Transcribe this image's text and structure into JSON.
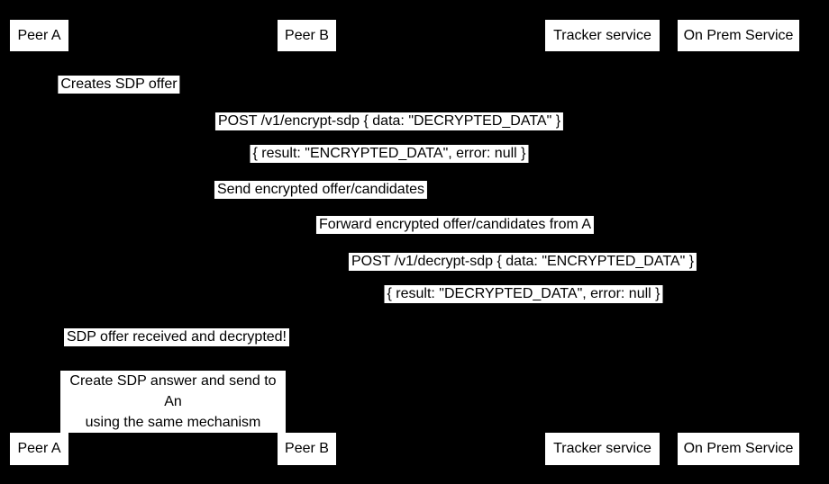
{
  "colors": {
    "background": "#000000",
    "box_fill": "#ffffff",
    "text": "#000000"
  },
  "participants": [
    {
      "label": "Peer A"
    },
    {
      "label": "Peer B"
    },
    {
      "label": "Tracker service"
    },
    {
      "label": "On Prem Service"
    }
  ],
  "messages": [
    {
      "label": "Creates SDP offer"
    },
    {
      "label": "POST /v1/encrypt-sdp { data: \"DECRYPTED_DATA\" }"
    },
    {
      "label": "{ result: \"ENCRYPTED_DATA\", error: null }"
    },
    {
      "label": "Send encrypted offer/candidates"
    },
    {
      "label": "Forward encrypted offer/candidates from A"
    },
    {
      "label": "POST /v1/decrypt-sdp { data: \"ENCRYPTED_DATA\" }"
    },
    {
      "label": "{ result: \"DECRYPTED_DATA\", error: null }"
    },
    {
      "label": "SDP offer received and decrypted!"
    }
  ],
  "note": {
    "line1": "Create SDP answer and send to An",
    "line2": "using the same mechanism"
  }
}
